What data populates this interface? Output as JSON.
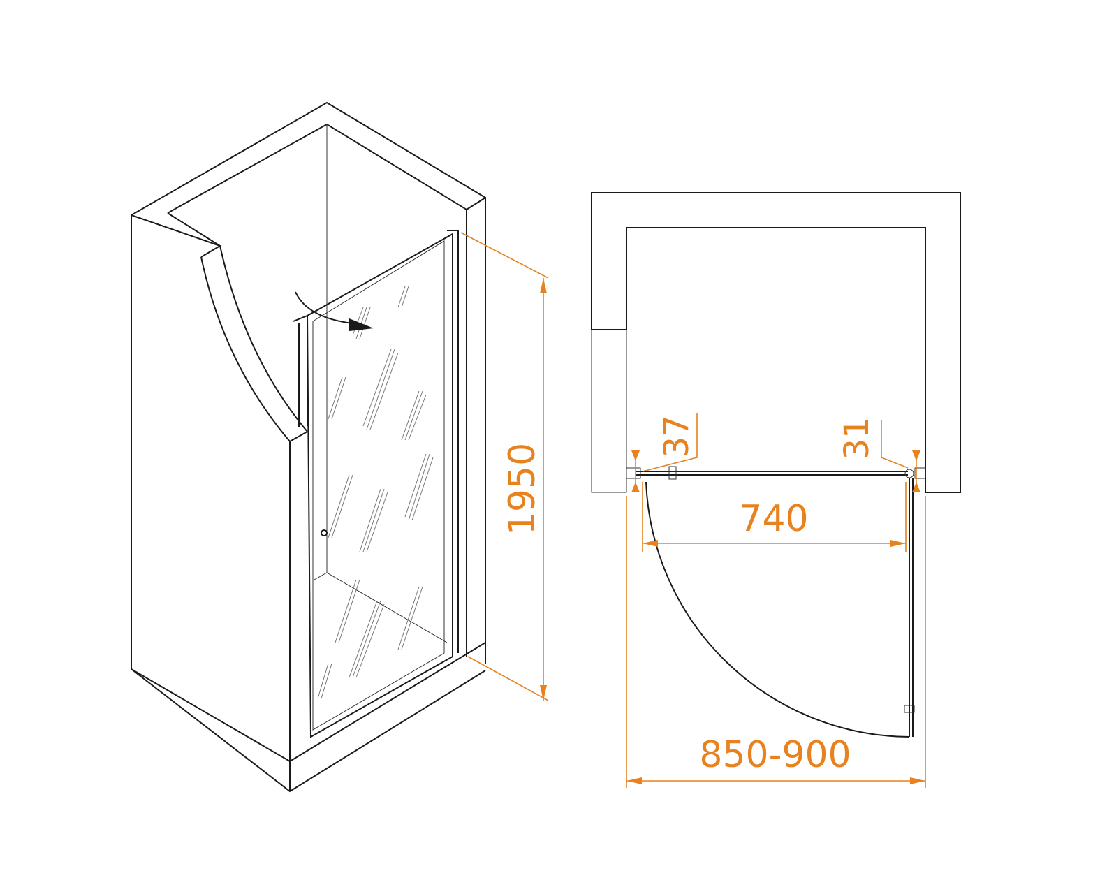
{
  "colors": {
    "dimension": "#E8821E",
    "line": "#1a1a1a"
  },
  "isometric_view": {
    "height_label": "1950",
    "icons": [
      "door-swing-arrow-icon"
    ]
  },
  "plan_view": {
    "left_profile_label": "37",
    "right_profile_label": "31",
    "door_width_label": "740",
    "niche_width_label": "850-900"
  }
}
